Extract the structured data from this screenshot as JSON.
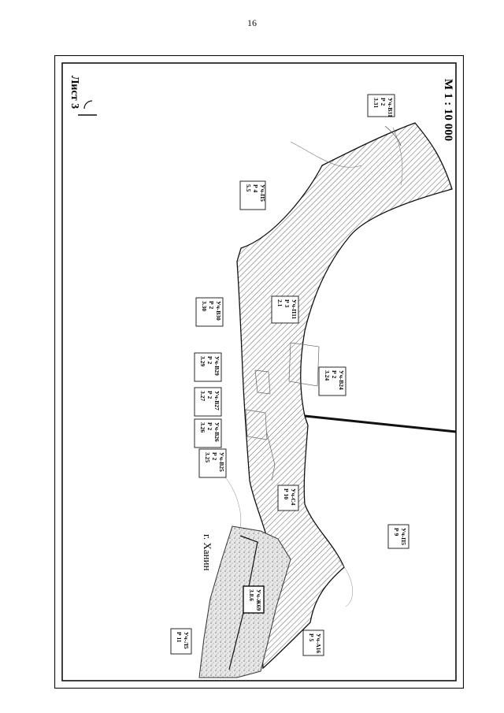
{
  "page_number": "16",
  "sheet_title": "Лист 3",
  "scale": "М 1 : 10 000",
  "place_name": "г. Ханин",
  "zones": [
    {
      "line1": "3.31",
      "line2": "Р 2",
      "line3": "Уч-В31"
    },
    {
      "line1": "5.5",
      "line2": "Р 4",
      "line3": "Уч-П5"
    },
    {
      "line1": "3.30",
      "line2": "Р 2",
      "line3": "Уч-В30"
    },
    {
      "line1": "2.1",
      "line2": "Р 3",
      "line3": "Уч-П11"
    },
    {
      "line1": "3.29",
      "line2": "Р 2",
      "line3": "Уч-В29"
    },
    {
      "line1": "3.27",
      "line2": "Р 2",
      "line3": "Уч-В27"
    },
    {
      "line1": "3.26",
      "line2": "Р 2",
      "line3": "Уч-В26"
    },
    {
      "line1": "3.24",
      "line2": "Р 2",
      "line3": "Уч-В24"
    },
    {
      "line1": "3.25",
      "line2": "Р 2",
      "line3": "Уч-В25"
    },
    {
      "line1": "Р 10",
      "line2": "Уч-С4",
      "line3": ""
    },
    {
      "line1": "Р 9",
      "line2": "Уч-П5",
      "line3": ""
    },
    {
      "line1": "3.8.6",
      "line2": "Уч-Ж69",
      "line3": ""
    },
    {
      "line1": "Р 11",
      "line2": "Уч-Л5",
      "line3": ""
    },
    {
      "line1": "Р 5",
      "line2": "Уч-А16",
      "line3": ""
    }
  ]
}
